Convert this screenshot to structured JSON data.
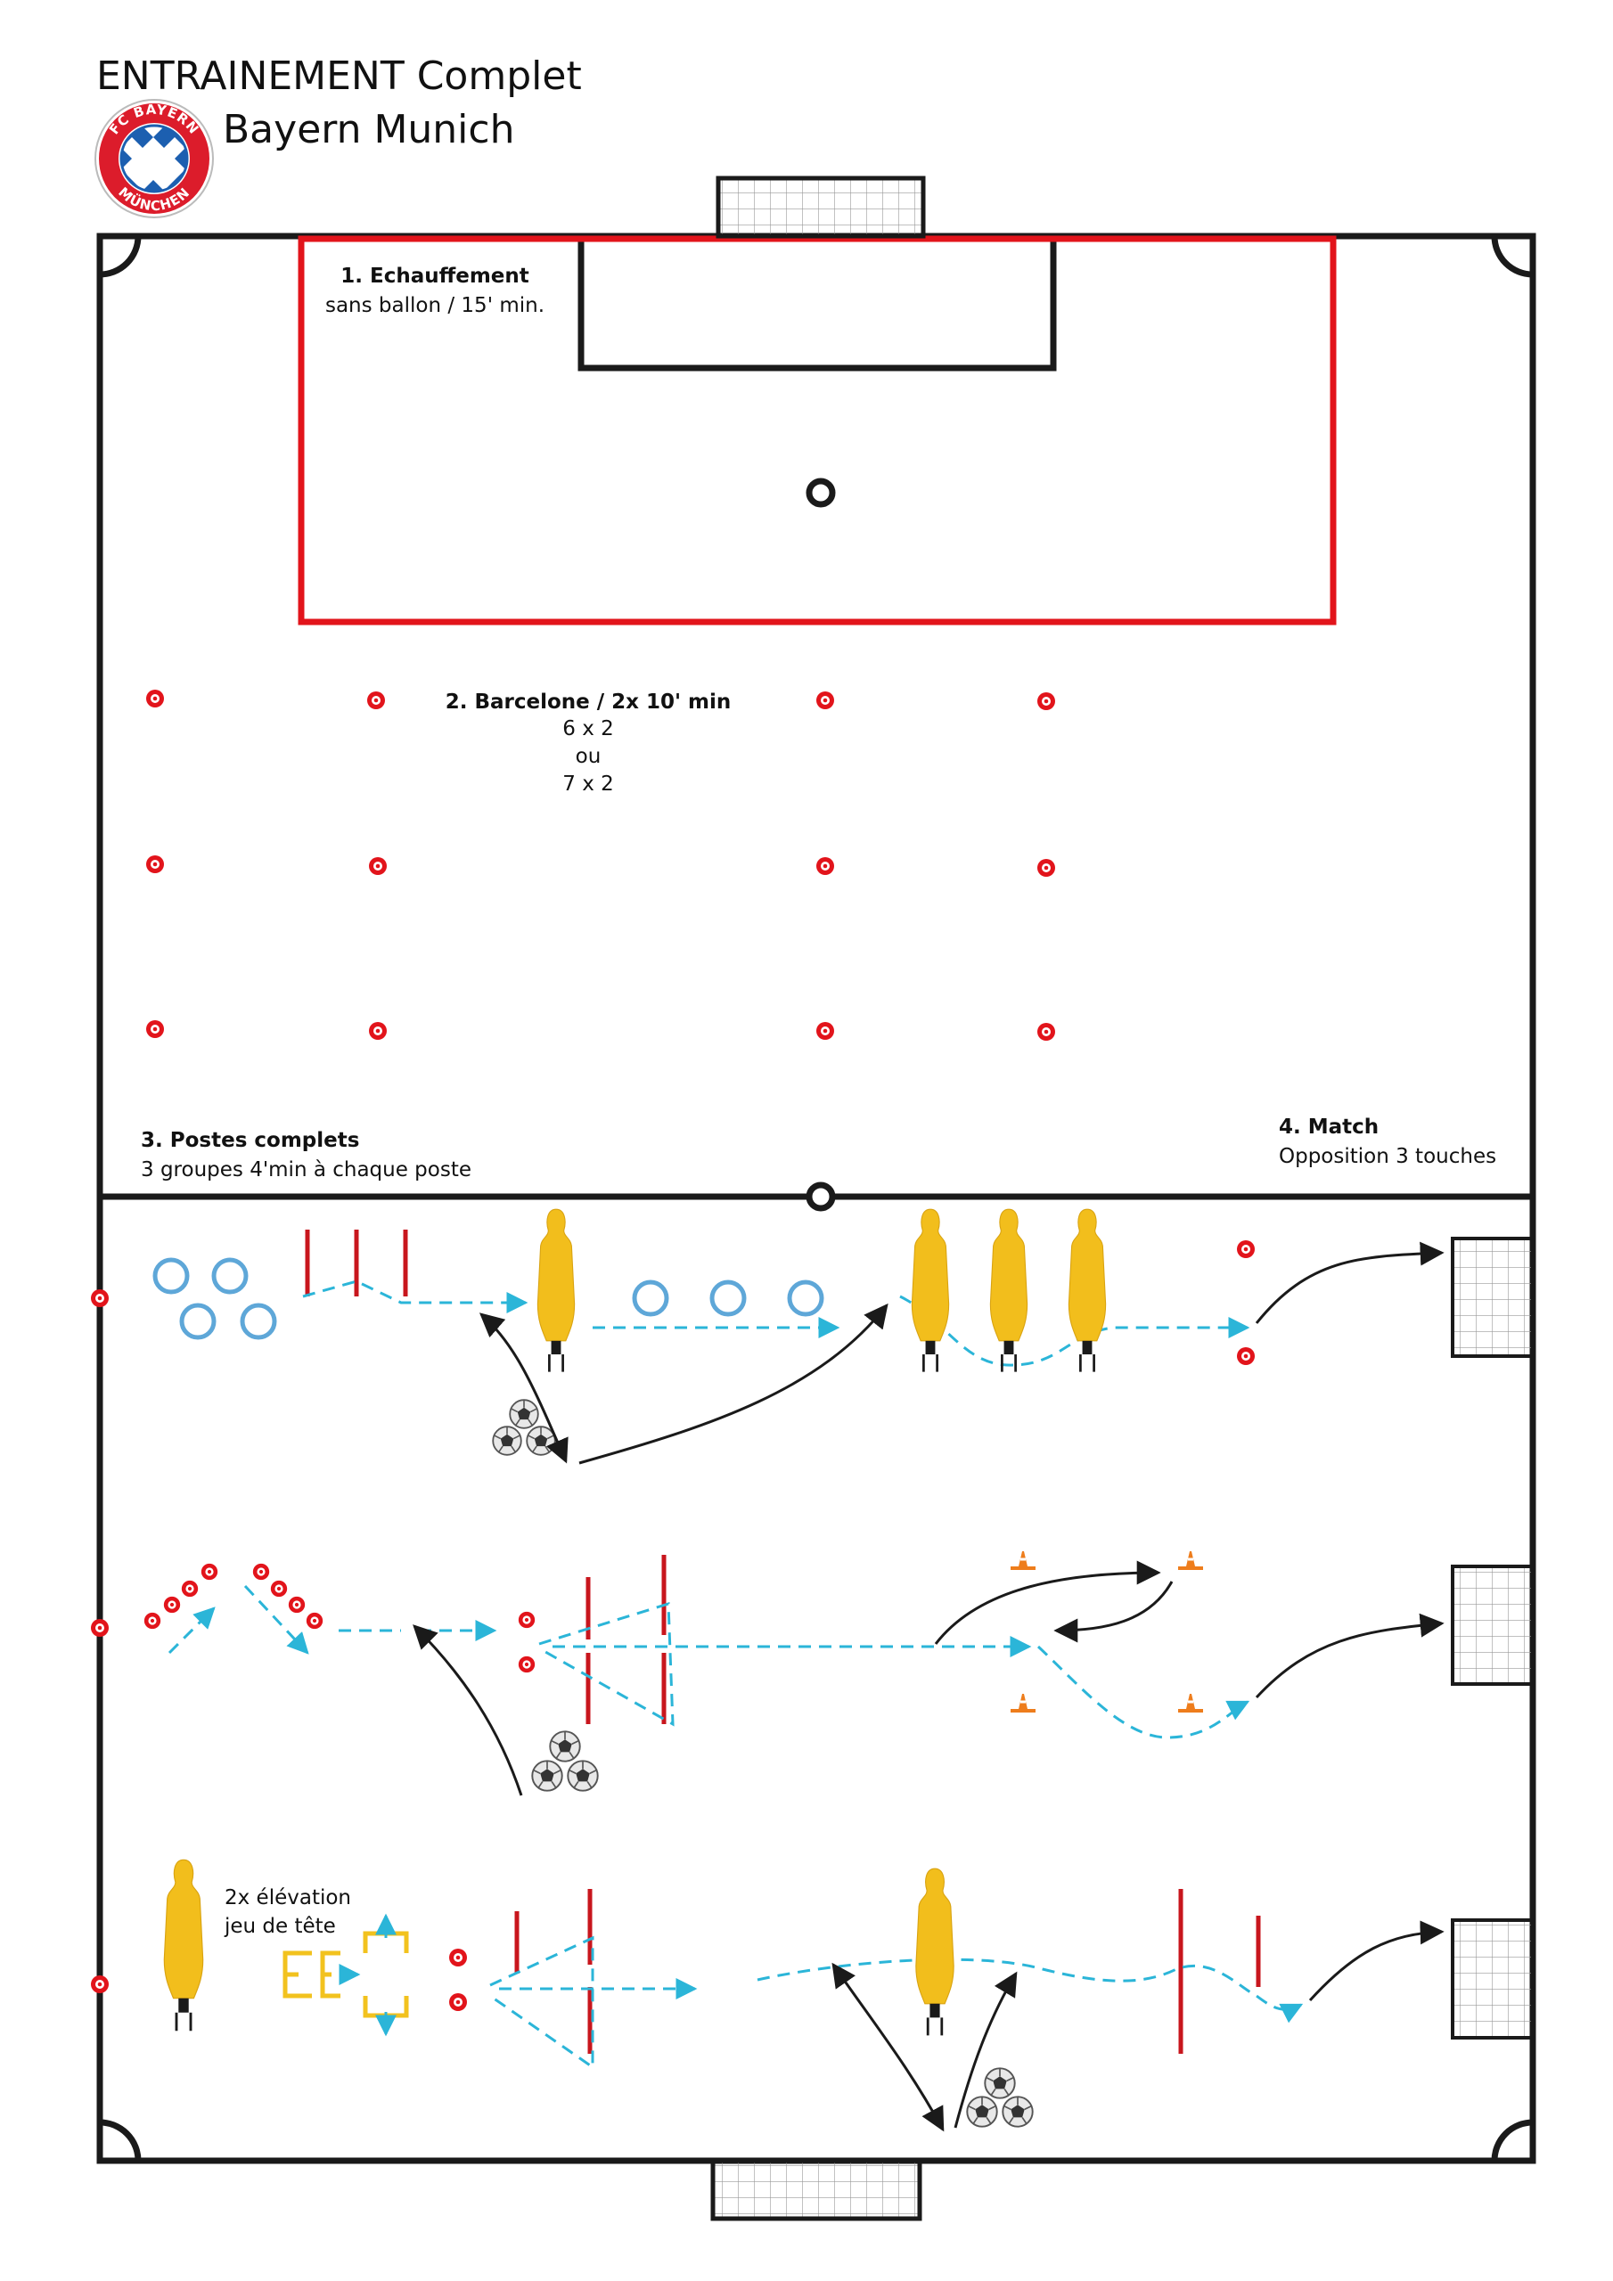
{
  "header": {
    "title_line1": "ENTRAINEMENT Complet",
    "title_line2": "Bayern Munich",
    "crest_top_text": "FC BAYERN",
    "crest_bottom_text": "MÜNCHEN"
  },
  "colors": {
    "field_line": "#1a1a1a",
    "zone_red": "#e2141b",
    "cone_red": "#e2141b",
    "hoop_blue": "#5ea7d8",
    "dash_cyan": "#2bb5d8",
    "mannequin_yellow": "#f2be1c",
    "cone_orange": "#ee7d1c",
    "crest_blue": "#1c5fb0",
    "crest_red": "#dc1c2b"
  },
  "stations": {
    "s1": {
      "title": "1. Echauffement",
      "subtitle": "sans ballon / 15' min."
    },
    "s2": {
      "title": "2. Barcelone / 2x 10' min",
      "line2": "6 x 2",
      "line3": "ou",
      "line4": "7 x 2"
    },
    "s3": {
      "title": "3. Postes complets",
      "subtitle": "3 groupes 4'min à chaque poste"
    },
    "s4": {
      "title": "4. Match",
      "subtitle": "Opposition 3 touches"
    }
  },
  "notes": {
    "line1": "2x élévation",
    "line2": "jeu de tête"
  },
  "icons": [
    "crest-logo",
    "goal-icon",
    "cone-icon",
    "hoop-icon",
    "pole-icon",
    "mannequin-icon",
    "ball-pile-icon",
    "orange-cone-icon",
    "hurdle-icon"
  ]
}
